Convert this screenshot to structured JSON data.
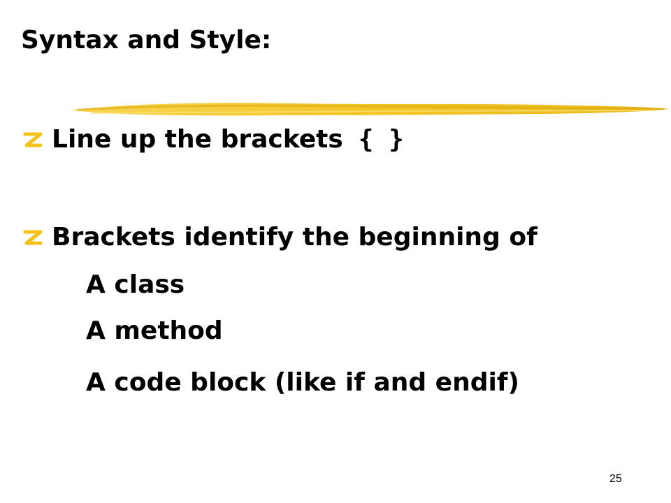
{
  "slide": {
    "title": "Syntax and Style:",
    "accent_color": "#f2c21b",
    "bullets": [
      {
        "text": "Line up the brackets",
        "code": "{ }",
        "icon": "z-bullet-icon"
      },
      {
        "text": "Brackets identify the beginning of",
        "icon": "z-bullet-icon"
      }
    ],
    "sub_items": [
      "A class",
      "A method",
      "A code block (like if and endif)"
    ],
    "page_number": "25"
  }
}
